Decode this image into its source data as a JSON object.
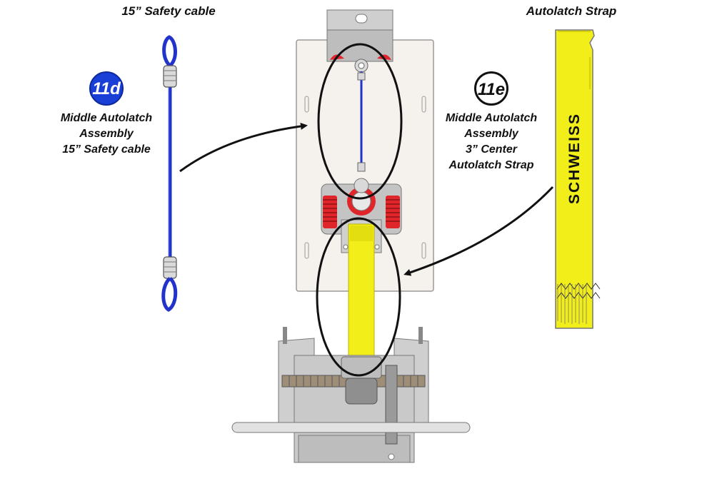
{
  "labels": {
    "safety_cable_title": "15” Safety cable",
    "autolatch_strap_title": "Autolatch Strap"
  },
  "callouts": [
    {
      "badge": "11d",
      "lines": [
        "Middle Autolatch",
        "Assembly",
        "15” Safety cable"
      ],
      "badge_style": "filled"
    },
    {
      "badge": "11e",
      "lines": [
        "Middle Autolatch",
        "Assembly",
        "3” Center",
        "Autolatch Strap"
      ],
      "badge_style": "outline"
    }
  ],
  "strap_brand": "SCHWEISS",
  "colors": {
    "badge_blue": "#1a3fd6",
    "cable_blue": "#2233cc",
    "strap_yellow": "#f2ee1a",
    "spring_red": "#e0262a",
    "plate": "#f5f1ec",
    "metal": "#c9c9c9"
  },
  "icons": {
    "cable": "safety-cable-icon",
    "strap": "autolatch-strap-icon",
    "assembly": "autolatch-assembly-illustration"
  }
}
